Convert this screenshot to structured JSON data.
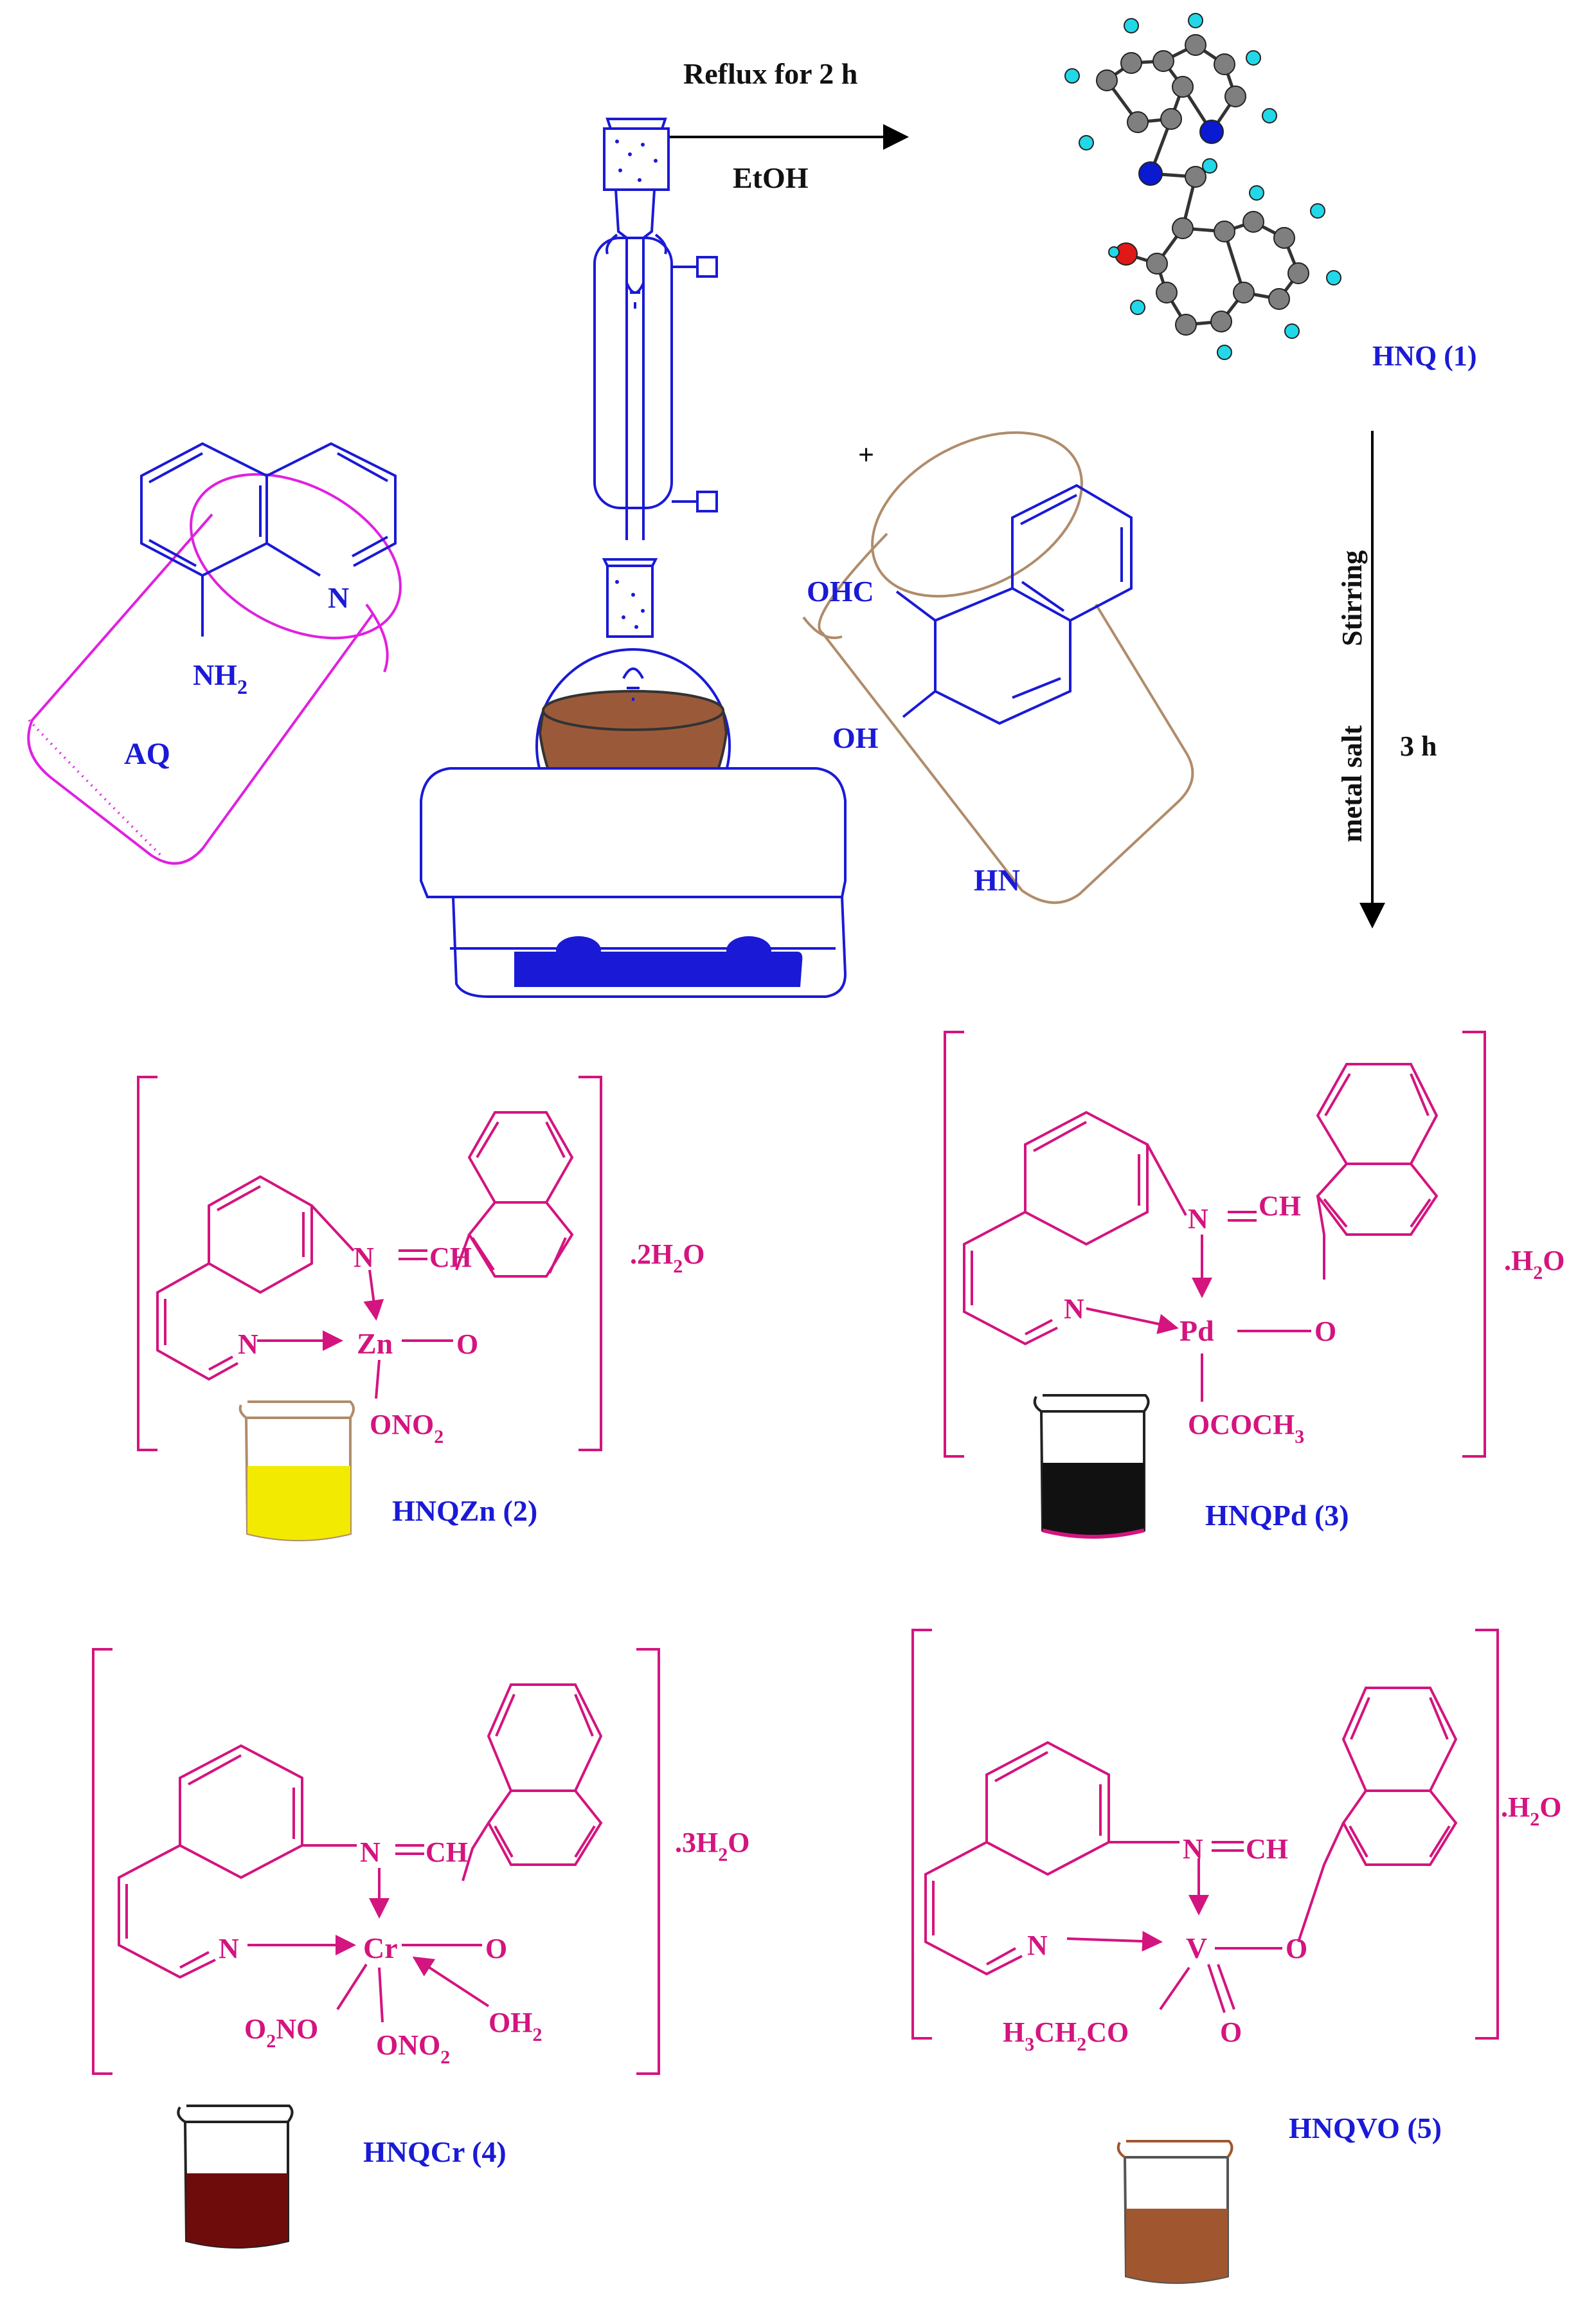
{
  "reaction": {
    "condition_top": "Reflux for 2 h",
    "solvent": "EtOH",
    "plus_sign": "+",
    "stir_label": "Stirring",
    "metal_label": "metal salt",
    "time_label": "3 h"
  },
  "reactants": {
    "aq": {
      "label": "AQ",
      "nh2": "NH",
      "nh2_sub": "2",
      "n": "N"
    },
    "hn": {
      "label": "HN",
      "ohc": "OHC",
      "oh": "OH"
    }
  },
  "product_ligand": {
    "label": "HNQ (1)"
  },
  "complexes": [
    {
      "label": "HNQZn (2)",
      "metal": "Zn",
      "hydrate": ".2H",
      "hydrate_sub": "2",
      "hydrate_tail": "O",
      "imine_n": "N",
      "ch": "CH",
      "n": "N",
      "o": "O",
      "ligand_a": "ONO",
      "ligand_a_sub": "2",
      "beaker_color": "#f2ea00"
    },
    {
      "label": "HNQPd (3)",
      "metal": "Pd",
      "hydrate": ".H",
      "hydrate_sub": "2",
      "hydrate_tail": "O",
      "imine_n": "N",
      "ch": "CH",
      "n": "N",
      "o": "O",
      "ligand_a": "OCOCH",
      "ligand_a_sub": "3",
      "beaker_color": "#111111"
    },
    {
      "label": "HNQCr (4)",
      "metal": "Cr",
      "hydrate": ".3H",
      "hydrate_sub": "2",
      "hydrate_tail": "O",
      "imine_n": "N",
      "ch": "CH",
      "n": "N",
      "o": "O",
      "ligand_a": "O",
      "ligand_a_sub": "2",
      "ligand_a_tail": "NO",
      "ligand_b": "ONO",
      "ligand_b_sub": "2",
      "ligand_c": "OH",
      "ligand_c_sub": "2",
      "beaker_color": "#6e0c0c"
    },
    {
      "label": "HNQVO (5)",
      "metal": "V",
      "hydrate": ".H",
      "hydrate_sub": "2",
      "hydrate_tail": "O",
      "imine_n": "N",
      "ch": "CH",
      "n": "N",
      "o": "O",
      "oxo": "O",
      "ligand_a": "H",
      "ligand_a_sub": "3",
      "ligand_a_mid": "CH",
      "ligand_a_sub2": "2",
      "ligand_a_tail": "CO",
      "beaker_color": "#a0562e"
    }
  ],
  "colors": {
    "apparatus": "#1a1ad6",
    "complex": "#d4147f",
    "aq_beaker": "#e020e0",
    "hn_beaker": "#b08c6a",
    "flask_content": "#9a5a3a",
    "atom_c": "#7f7f7f",
    "atom_h": "#22d8e8",
    "atom_n": "#0a1ad0",
    "atom_o": "#e01818"
  }
}
